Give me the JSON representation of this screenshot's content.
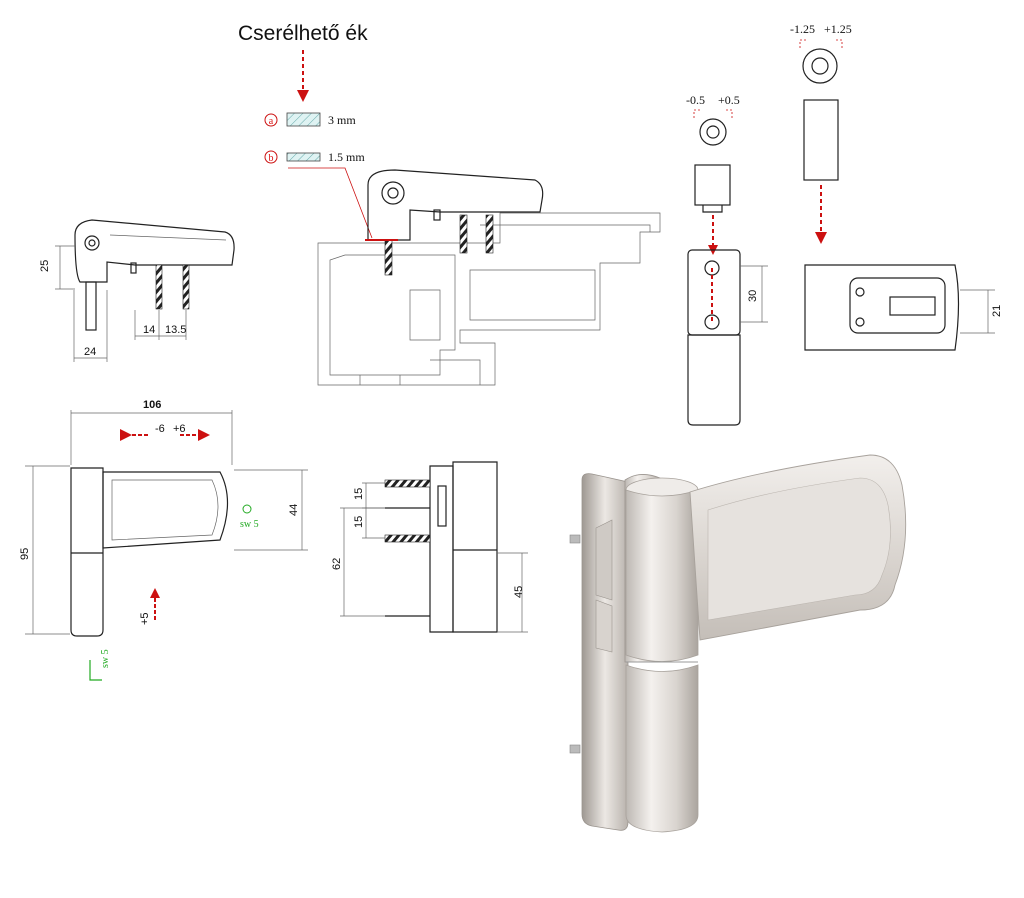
{
  "title": "Cserélhető ék",
  "wedges": {
    "a": {
      "marker": "a",
      "label": "3 mm"
    },
    "b": {
      "marker": "b",
      "label": "1.5 mm"
    }
  },
  "top_left_view": {
    "height": "25",
    "width": "24",
    "spacing1": "14",
    "spacing2": "13.5"
  },
  "insert_small": {
    "minus": "-0.5",
    "plus": "+0.5",
    "dim": "30"
  },
  "insert_large": {
    "minus": "-1.25",
    "plus": "+1.25",
    "dim": "21"
  },
  "front_view": {
    "width": "106",
    "adj_minus": "-6",
    "adj_plus": "+6",
    "height": "95",
    "upper_height": "44",
    "vertical_adj": "+5",
    "key_label_1": "sw 5",
    "key_label_2": "sw 5"
  },
  "side_view": {
    "gap1": "15",
    "gap2": "15",
    "height": "62",
    "lower": "45"
  },
  "colors": {
    "accent_red": "#d11111",
    "key_green": "#22aa22",
    "hinge_finish": "#e8e4e0"
  }
}
